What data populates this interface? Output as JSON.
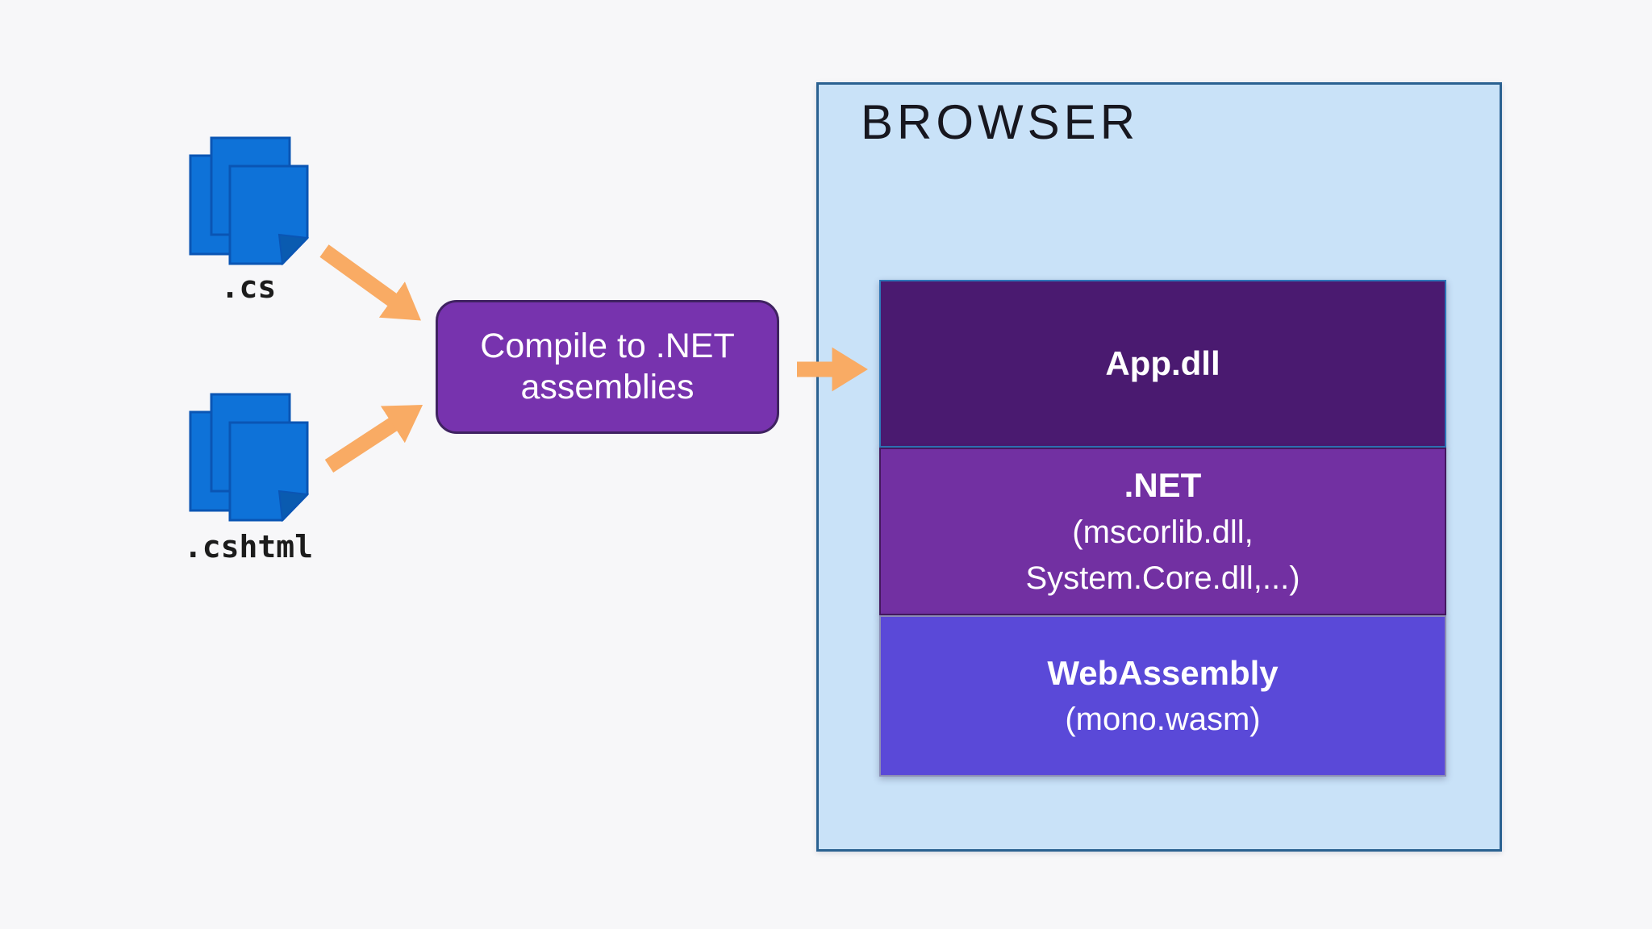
{
  "diagram": {
    "description": "Blazor WebAssembly compilation diagram",
    "background_color": "#f7f7f9",
    "source_files": [
      {
        "label": ".cs"
      },
      {
        "label": ".cshtml"
      }
    ],
    "compile_step": {
      "line1": "Compile to .NET",
      "line2": "assemblies",
      "fill": "#7733ae",
      "border_color": "#3f2261",
      "text_color": "#ffffff"
    },
    "browser": {
      "title": "BROWSER",
      "fill": "#c9e2f8",
      "border_color": "#2a6191",
      "layers": [
        {
          "title": "App.dll",
          "subtitle_lines": [],
          "fill": "#4a1a70",
          "border_color": "#2e75b6"
        },
        {
          "title": ".NET",
          "subtitle_lines": [
            "(mscorlib.dll,",
            "System.Core.dll,...)"
          ],
          "fill": "#7230a2",
          "border_color": "#45185f"
        },
        {
          "title": "WebAssembly",
          "subtitle_lines": [
            "(mono.wasm)"
          ],
          "fill": "#5a49d8",
          "border_color": "#8c8cb4"
        }
      ]
    },
    "arrow_color": "#f9ab64",
    "file_icon_color": "#0e72d8"
  }
}
